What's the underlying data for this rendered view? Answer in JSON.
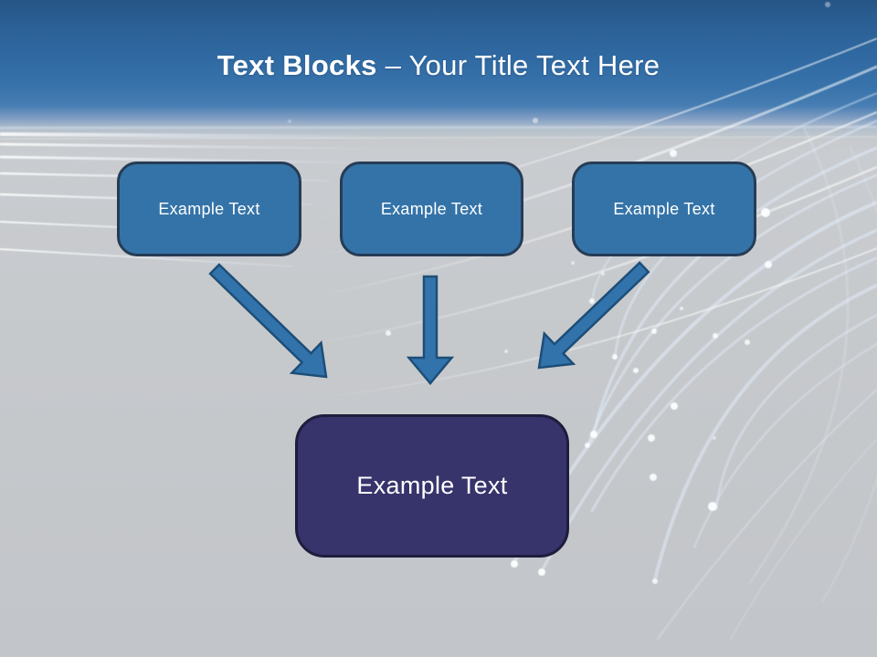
{
  "slide": {
    "title": {
      "bold": "Text Blocks",
      "rest": " – Your Title Text Here"
    },
    "blocks": [
      {
        "label": "Example Text"
      },
      {
        "label": "Example Text"
      },
      {
        "label": "Example Text"
      }
    ],
    "result_block": {
      "label": "Example Text"
    },
    "icons": {
      "left_connector": "arrow-down-right-icon",
      "middle_connector": "arrow-down-icon",
      "right_connector": "arrow-down-left-icon"
    },
    "colors": {
      "header_top": "#265586",
      "header_mid": "#3873ab",
      "background": "#c6c9cc",
      "block_fill": "#3473a8",
      "block_border": "#263c55",
      "result_fill": "#37336b",
      "result_border": "#1f1c3d",
      "arrow_fill": "#3273ac",
      "arrow_stroke": "#1d4e77",
      "text": "#ffffff"
    }
  }
}
